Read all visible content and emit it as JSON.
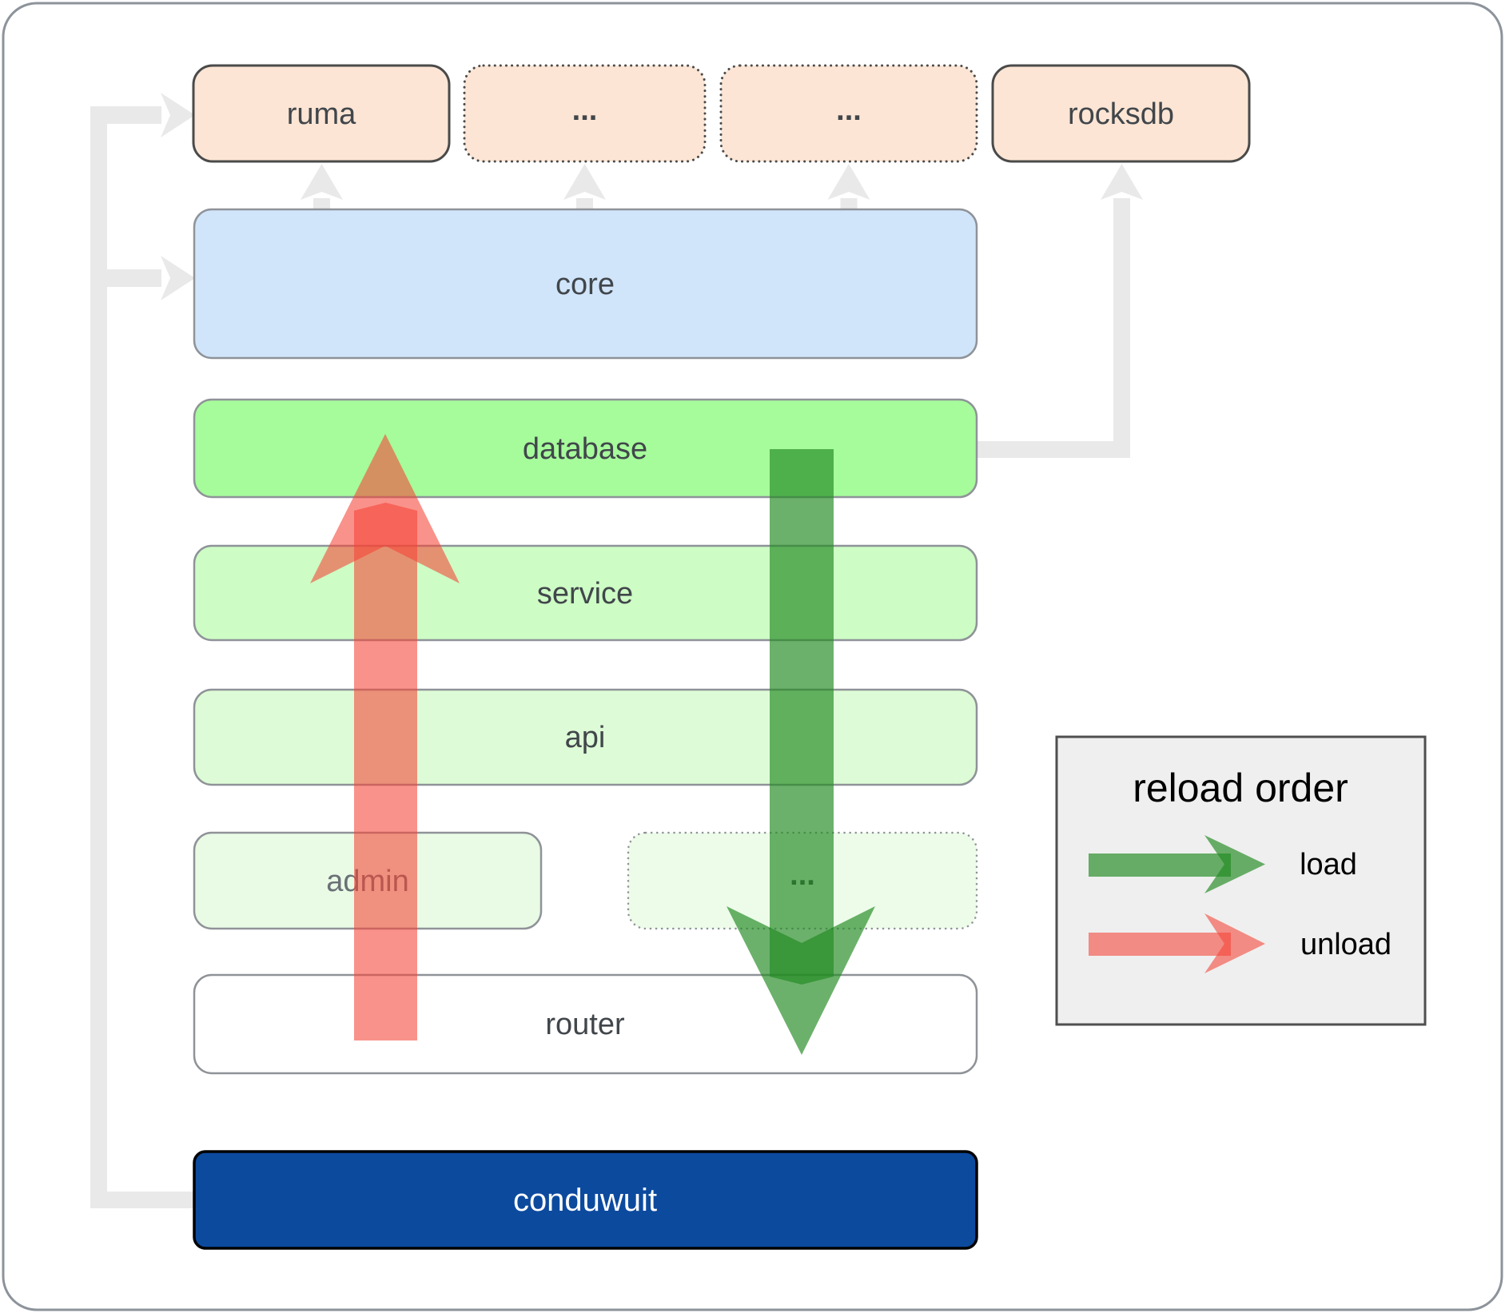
{
  "nodes": {
    "ruma": "ruma",
    "ellipsis1": "...",
    "ellipsis2": "...",
    "rocksdb": "rocksdb",
    "core": "core",
    "database": "database",
    "service": "service",
    "api": "api",
    "admin": "admin",
    "admin_ellipsis": "...",
    "router": "router",
    "conduwuit": "conduwuit"
  },
  "legend": {
    "title": "reload order",
    "load_label": "load",
    "unload_label": "unload"
  },
  "colors": {
    "background": "#ffffff",
    "outer_border": "#8d939b",
    "peach_fill": "#fce5d4",
    "dark_border": "#4a4a4a",
    "gray_border": "#8f9398",
    "core_fill": "#d0e5fa",
    "database_fill": "#a6fb9b",
    "service_fill": "#cdfcc5",
    "api_fill": "#ddfbd6",
    "admin_fill": "#e9fae5",
    "admin_etc_fill": "#edfbe9",
    "router_fill": "#ffffff",
    "conduwuit_fill": "#0c4a9e",
    "conduwuit_border": "#000000",
    "conduwuit_text": "#ffffff",
    "label_text": "#41464b",
    "admin_label_text": "#6a7076",
    "legend_bg": "#efefef",
    "legend_border": "#4f4f4f",
    "legend_text": "#000000",
    "connector": "#e9e9e9",
    "load_green": "#228b22",
    "unload_red": "#f44336"
  }
}
